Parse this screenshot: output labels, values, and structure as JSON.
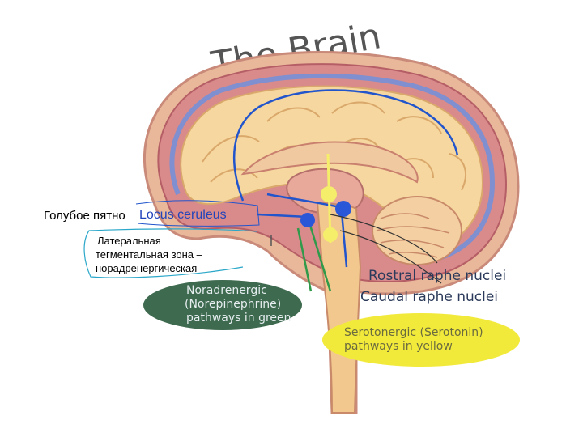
{
  "title": "The Brain",
  "labels": {
    "blue_spot": "Голубое пятно",
    "locus_ceruleus": "Locus ceruleus",
    "lateral_tegmental": [
      "Латеральная",
      "тегментальная зона –",
      "норадренергическая"
    ],
    "rostral_raphe": "Rostral raphe nuclei",
    "caudal_raphe": "Caudal raphe nuclei"
  },
  "legend": {
    "noradrenergic": [
      "Noradrenergic",
      "(Norepinephrine)",
      "pathways in green"
    ],
    "serotonergic": [
      "Serotonergic (Serotonin)",
      "pathways in yellow"
    ]
  },
  "colors": {
    "noradrenergic_pill": "#3e6a4f",
    "serotonergic_pill": "#f2ea3a",
    "pathway_blue": "#2255cc",
    "pathway_green": "#2f9a4a",
    "pathway_yellow": "#f4ee6a",
    "cortex": "#f6d7a0",
    "outer_membrane": "#d98b8b"
  }
}
